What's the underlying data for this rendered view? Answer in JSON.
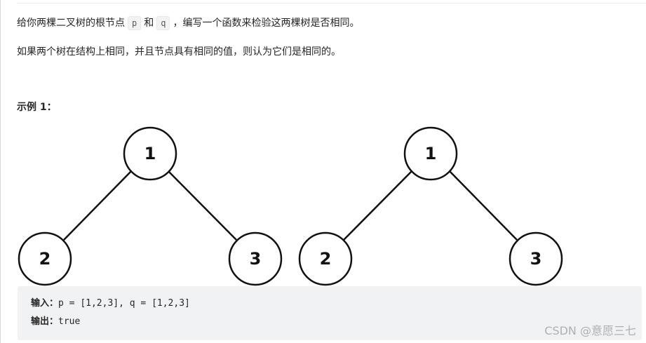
{
  "problem": {
    "line1": {
      "pre": "给你两棵二叉树的根节点",
      "code_p": "p",
      "mid": "和",
      "code_q": "q",
      "post": "，编写一个函数来检验这两棵树是否相同。"
    },
    "line2": "如果两个树在结构上相同，并且节点具有相同的值，则认为它们是相同的。"
  },
  "example": {
    "title": "示例 1：",
    "tree_p": {
      "root": "1",
      "left": "2",
      "right": "3"
    },
    "tree_q": {
      "root": "1",
      "left": "2",
      "right": "3"
    },
    "input_label": "输入：",
    "input_value": "p = [1,2,3], q = [1,2,3]",
    "output_label": "输出：",
    "output_value": "true"
  },
  "watermark": "CSDN @意愿三七"
}
